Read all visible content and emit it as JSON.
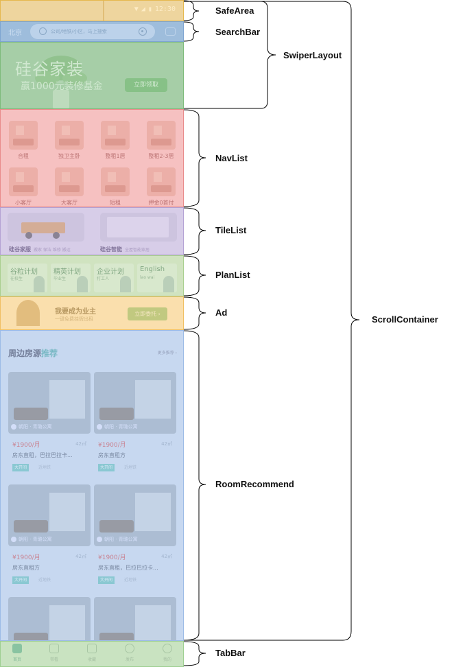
{
  "status_bar": {
    "time": "12:30"
  },
  "search": {
    "city": "北京",
    "placeholder": "公司/地铁/小区，马上搜索"
  },
  "banner": {
    "title": "硅谷家装",
    "subtitle": "赢1000元装修基金",
    "cta": "立即领取"
  },
  "nav": {
    "items": [
      {
        "label": "合租"
      },
      {
        "label": "独卫主卧"
      },
      {
        "label": "整租1居"
      },
      {
        "label": "整租2-3居"
      },
      {
        "label": "小客厅"
      },
      {
        "label": "大客厅"
      },
      {
        "label": "短租"
      },
      {
        "label": "押金0首付"
      }
    ]
  },
  "tiles": [
    {
      "name": "硅谷家服",
      "desc": "搬家 保洁 维修 搬运"
    },
    {
      "name": "硅谷智能",
      "desc": "全屋智能家居"
    }
  ],
  "plans": [
    {
      "title": "谷粒计划",
      "sub": "在校生"
    },
    {
      "title": "精英计划",
      "sub": "毕业生"
    },
    {
      "title": "企业计划",
      "sub": "打工人"
    },
    {
      "title": "English",
      "sub": "lao wai"
    }
  ],
  "ad": {
    "title": "我要成为业主",
    "subtitle": "一键免费挂牌出租",
    "button": "立即委托 ›"
  },
  "recommend": {
    "heading_main": "周边房源",
    "heading_accent": "推荐",
    "more": "更多推荐 ›",
    "rooms": [
      {
        "location": "朝阳 · 青璐公寓",
        "price": "¥1900/月",
        "area": "42㎡",
        "name": "房东直租，巴拉巴拉卡...",
        "tag": "大开间",
        "tag2": "近地铁"
      },
      {
        "location": "朝阳 · 青璐公寓",
        "price": "¥1900/月",
        "area": "42㎡",
        "name": "房东直租方",
        "tag": "大开间",
        "tag2": "近地铁"
      },
      {
        "location": "朝阳 · 青璐公寓",
        "price": "¥1900/月",
        "area": "42㎡",
        "name": "房东直租方",
        "tag": "大开间",
        "tag2": "近地铁"
      },
      {
        "location": "朝阳 · 青璐公寓",
        "price": "¥1900/月",
        "area": "42㎡",
        "name": "房东直租，巴拉巴拉卡...",
        "tag": "大开间",
        "tag2": "近地铁"
      }
    ]
  },
  "tabbar": {
    "items": [
      {
        "label": "首页",
        "icon": "home-icon",
        "active": true
      },
      {
        "label": "带看",
        "icon": "document-icon"
      },
      {
        "label": "收藏",
        "icon": "heart-icon"
      },
      {
        "label": "发布",
        "icon": "chat-icon"
      },
      {
        "label": "我的",
        "icon": "smile-icon"
      }
    ]
  },
  "annotations": {
    "safe_area": "SafeArea",
    "search_bar": "SearchBar",
    "swiper_layout": "SwiperLayout",
    "nav_list": "NavList",
    "tile_list": "TileList",
    "plan_list": "PlanList",
    "ad": "Ad",
    "room_recommend": "RoomRecommend",
    "scroll_container": "ScrollContainer",
    "tab_bar": "TabBar"
  }
}
